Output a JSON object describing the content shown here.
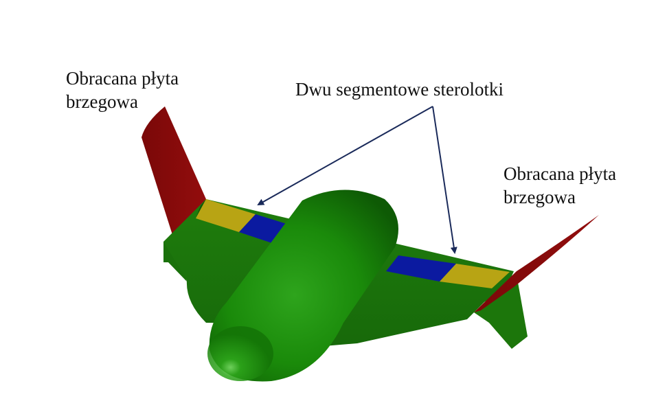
{
  "labels": {
    "left_endplate": {
      "line1": "Obracana płyta",
      "line2": "brzegowa"
    },
    "elevons": "Dwu segmentowe sterolotki",
    "right_endplate": {
      "line1": "Obracana płyta",
      "line2": "brzegowa"
    }
  },
  "colors": {
    "wing_green": "#1f7a0c",
    "wing_green_dark": "#125c06",
    "fuselage_green": "#1a8a0a",
    "endplate_red": "#8a0b0b",
    "elevon_outer_yellow": "#b8a414",
    "elevon_inner_blue": "#0b1aa0",
    "arrow_navy": "#1a2a5a"
  }
}
